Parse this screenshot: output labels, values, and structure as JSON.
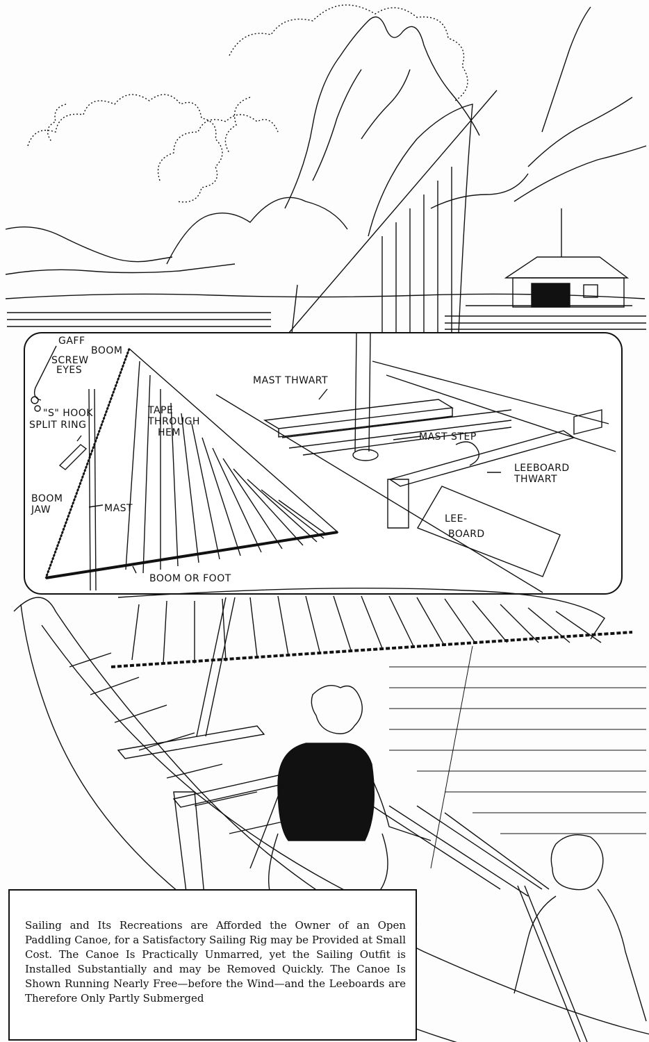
{
  "labels": {
    "gaff": "GAFF",
    "boom": "BOOM",
    "screw": "SCREW",
    "eyes": "EYES",
    "s_hook": "\"S\" HOOK",
    "split_ring": "SPLIT RING",
    "tape": "TAPE",
    "through": "THROUGH",
    "hem": "HEM",
    "boom_jaw_1": "BOOM",
    "boom_jaw_2": "JAW",
    "mast": "MAST",
    "boom_or_foot": "BOOM OR FOOT",
    "mast_thwart": "MAST THWART",
    "mast_step": "MAST STEP",
    "leeboard_thwart_1": "LEEBOARD",
    "leeboard_thwart_2": "THWART",
    "leeboard_1": "LEE-",
    "leeboard_2": "BOARD"
  },
  "caption": "Sailing and Its Recreations are Afforded the Owner of an Open Paddling Canoe, for a Satisfactory Sailing Rig may be Provided at Small Cost. The Canoe Is Practically Unmarred, yet the Sailing Outfit is Installed Substantially and may be Removed Quickly. The Canoe Is Shown Running Nearly Free—before the Wind—and the Leeboards are Therefore Only Partly Submerged"
}
